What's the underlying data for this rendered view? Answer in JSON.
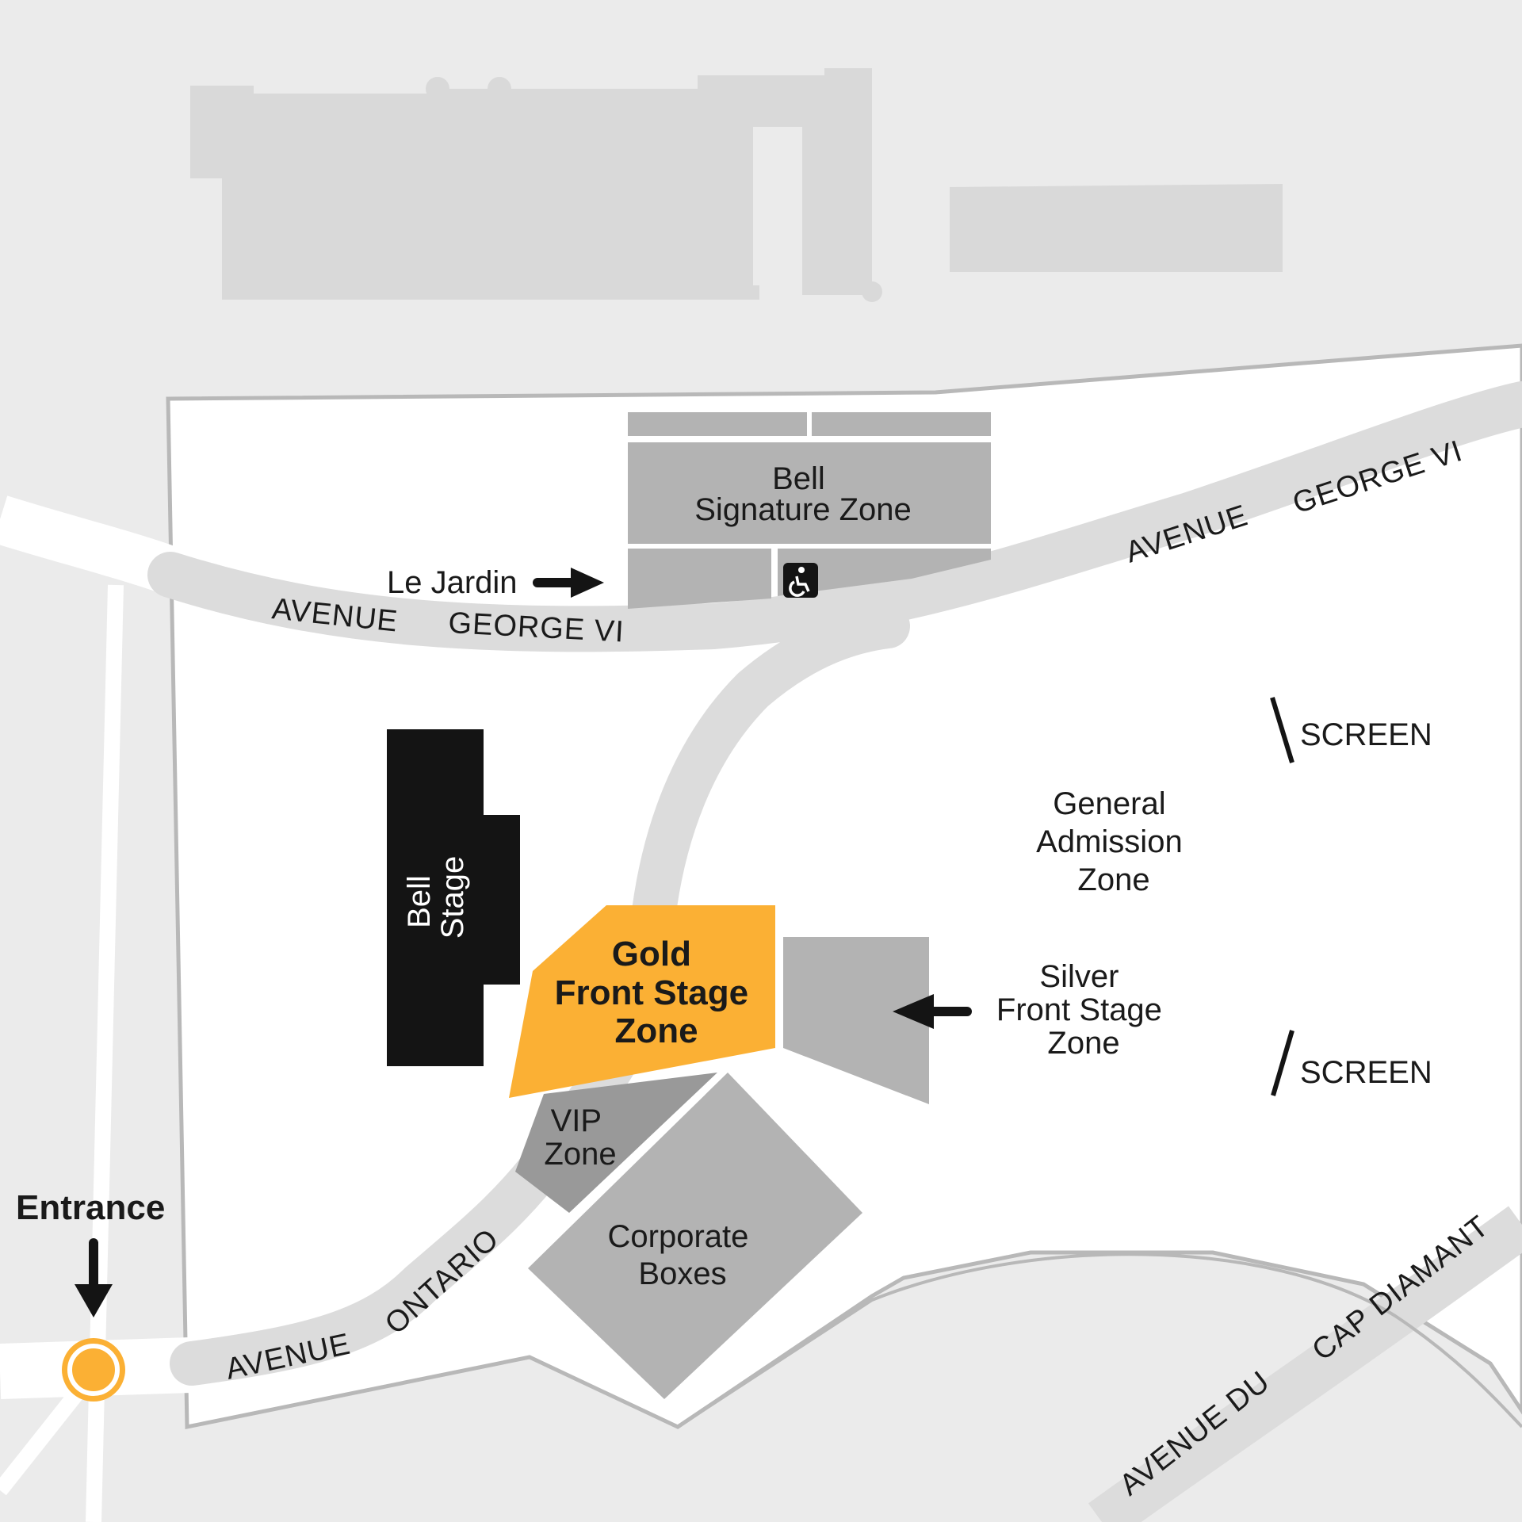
{
  "zones": {
    "bell_signature": [
      "Bell",
      "Signature Zone"
    ],
    "le_jardin": "Le Jardin",
    "bell_stage": [
      "Bell",
      "Stage"
    ],
    "gold_front_stage": [
      "Gold",
      "Front Stage",
      "Zone"
    ],
    "silver_front_stage": [
      "Silver",
      "Front Stage",
      "Zone"
    ],
    "general_admission": [
      "General",
      "Admission",
      "Zone"
    ],
    "vip": [
      "VIP",
      "Zone"
    ],
    "corporate_boxes": [
      "Corporate",
      "Boxes"
    ]
  },
  "screens": [
    "SCREEN",
    "SCREEN"
  ],
  "streets": {
    "george_vi_west": [
      "AVENUE",
      "GEORGE VI"
    ],
    "george_vi_east": [
      "AVENUE",
      "GEORGE VI"
    ],
    "ontario": [
      "AVENUE",
      "ONTARIO"
    ],
    "cap_diamant": [
      "AVENUE DU",
      "CAP DIAMANT"
    ]
  },
  "entrance": "Entrance",
  "icons": {
    "accessibility": "wheelchair-icon",
    "entrance_marker": "entrance-marker-icon",
    "arrows": "arrow-icon"
  },
  "colors": {
    "background": "#ebebeb",
    "site": "#ffffff",
    "road": "#dcdcdc",
    "building": "#d9d9d9",
    "zone_gray": "#b3b3b3",
    "zone_dark": "#999999",
    "stage": "#141414",
    "gold": "#fbb034"
  }
}
